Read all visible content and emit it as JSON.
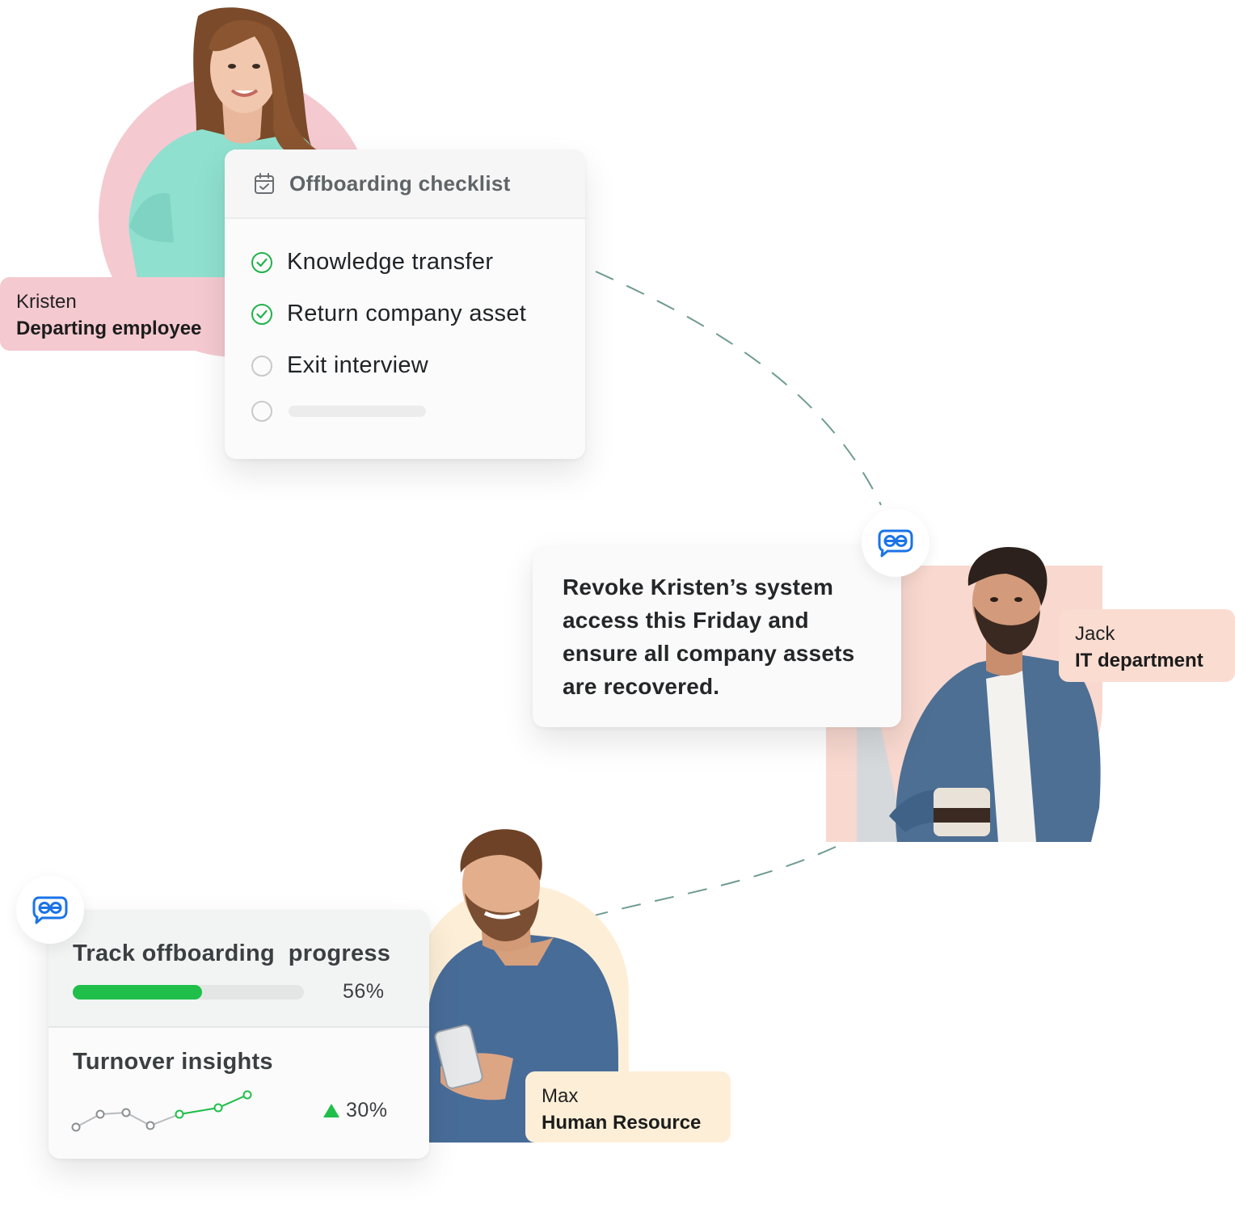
{
  "colors": {
    "kristen_accent": "#f4c9d0",
    "jack_accent": "#fbdcd1",
    "max_accent": "#fdefd7",
    "success_green": "#22b24c",
    "progress_green": "#1fbf4a",
    "brand_blue": "#1a73e8",
    "connector": "#6f9b92"
  },
  "people": {
    "kristen": {
      "name": "Kristen",
      "role": "Departing employee"
    },
    "jack": {
      "name": "Jack",
      "role": "IT department"
    },
    "max": {
      "name": "Max",
      "role": "Human Resource"
    }
  },
  "checklist": {
    "icon": "calendar-check-icon",
    "title": "Offboarding checklist",
    "items": [
      {
        "label": "Knowledge transfer",
        "done": true
      },
      {
        "label": "Return company asset",
        "done": true
      },
      {
        "label": "Exit interview",
        "done": false
      },
      {
        "label": "",
        "done": false
      }
    ]
  },
  "message": {
    "icon": "chat-bubble-icon",
    "text": "Revoke Kristen’s system access this Friday and ensure all company assets are recovered."
  },
  "progress": {
    "icon": "chat-bubble-icon",
    "title": "Track offboarding  progress",
    "value": 0.56,
    "percent_label": "56%",
    "insights_title": "Turnover insights",
    "trend_label": "30%",
    "trend_direction": "up"
  }
}
